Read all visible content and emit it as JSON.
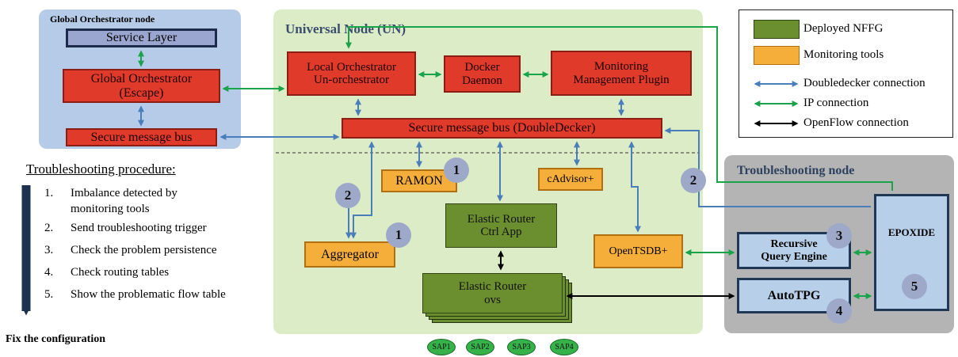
{
  "regions": {
    "global": "Global Orchestrator node",
    "universal": "Universal Node (UN)",
    "troubleshooting": "Troubleshooting node"
  },
  "global_node": {
    "service_layer": "Service Layer",
    "global_orchestrator": "Global Orchestrator (Escape)",
    "secure_bus": "Secure message bus"
  },
  "un": {
    "local_orchestrator": "Local Orchestrator Un-orchestrator",
    "docker": "Docker Daemon",
    "monitoring_plugin": "Monitoring Management Plugin",
    "secure_bus": "Secure message bus (DoubleDecker)",
    "ramon": "RAMON",
    "cadvisor": "cAdvisor+",
    "aggregator": "Aggregator",
    "er_ctrl": "Elastic Router Ctrl App",
    "opentsdb": "OpenTSDB+",
    "er_ovs": "Elastic Router ovs",
    "saps": [
      "SAP1",
      "SAP2",
      "SAP3",
      "SAP4"
    ]
  },
  "ts_node": {
    "rqe": "Recursive Query Engine",
    "autotpg": "AutoTPG",
    "epoxide": "EPOXIDE"
  },
  "badges": {
    "ramon": "1",
    "aggregator": "1",
    "left_trigger": "2",
    "right_trigger": "2",
    "rqe": "3",
    "autotpg": "4",
    "epoxide": "5"
  },
  "legend": {
    "deployed": "Deployed NFFG",
    "monitoring": "Monitoring tools",
    "dd": "Doubledecker connection",
    "ip": "IP connection",
    "of": "OpenFlow connection"
  },
  "procedure": {
    "title": "Troubleshooting procedure:",
    "steps": [
      {
        "num": "1.",
        "text": "Imbalance detected by monitoring tools"
      },
      {
        "num": "2.",
        "text": "Send troubleshooting trigger"
      },
      {
        "num": "3.",
        "text": "Check the problem persistence"
      },
      {
        "num": "4.",
        "text": "Check routing tables"
      },
      {
        "num": "5.",
        "text": "Show the problematic flow table"
      }
    ],
    "final": "Fix the configuration"
  },
  "colors": {
    "doubledecker": "#4a7ebb",
    "ip": "#1aa34a",
    "openflow": "#000000",
    "deployed": "#6b8e2f",
    "monitoring": "#f6ae3a",
    "control": "#e03a2b"
  }
}
